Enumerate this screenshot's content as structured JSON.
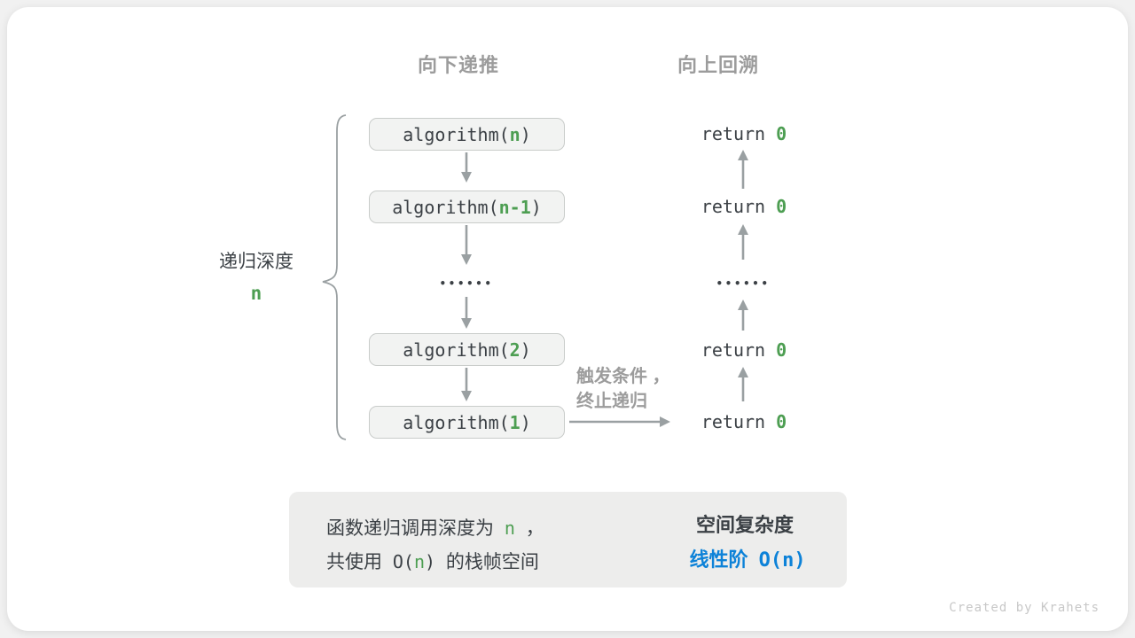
{
  "headers": {
    "recurse_down": "向下递推",
    "backtrack_up": "向上回溯"
  },
  "left_label": {
    "title": "递归深度",
    "depth_var": "n"
  },
  "call_stack": {
    "boxes": [
      {
        "prefix": "algorithm(",
        "arg": "n",
        "suffix": ")"
      },
      {
        "prefix": "algorithm(",
        "arg": "n-1",
        "suffix": ")"
      },
      {
        "prefix": "algorithm(",
        "arg": "2",
        "suffix": ")"
      },
      {
        "prefix": "algorithm(",
        "arg": "1",
        "suffix": ")"
      }
    ],
    "ellipsis": "••••••"
  },
  "returns": {
    "items": [
      {
        "keyword": "return",
        "value": "0"
      },
      {
        "keyword": "return",
        "value": "0"
      },
      {
        "keyword": "return",
        "value": "0"
      },
      {
        "keyword": "return",
        "value": "0"
      }
    ],
    "ellipsis": "••••••"
  },
  "base_case_note": {
    "line1": "触发条件 ，",
    "line2": "终止递归"
  },
  "summary": {
    "line1_pre": "函数递归调用深度为",
    "line1_var": "n",
    "line1_post": "，",
    "line2_pre": "共使用",
    "line2_code_open": "O(",
    "line2_var": "n",
    "line2_code_close": ")",
    "line2_post": "的栈帧空间",
    "result_title": "空间复杂度",
    "result_zh": "线性阶",
    "result_code": "O(n)"
  },
  "footer": {
    "credit": "Created by Krahets"
  },
  "colors": {
    "accent_green": "#4d9e52",
    "accent_blue": "#0d82d8",
    "text_dark": "#3b4045",
    "muted_gray": "#9c9c9c",
    "box_bg": "#f2f3f2",
    "summary_bg": "#ededec",
    "card_bg": "#ffffff"
  }
}
